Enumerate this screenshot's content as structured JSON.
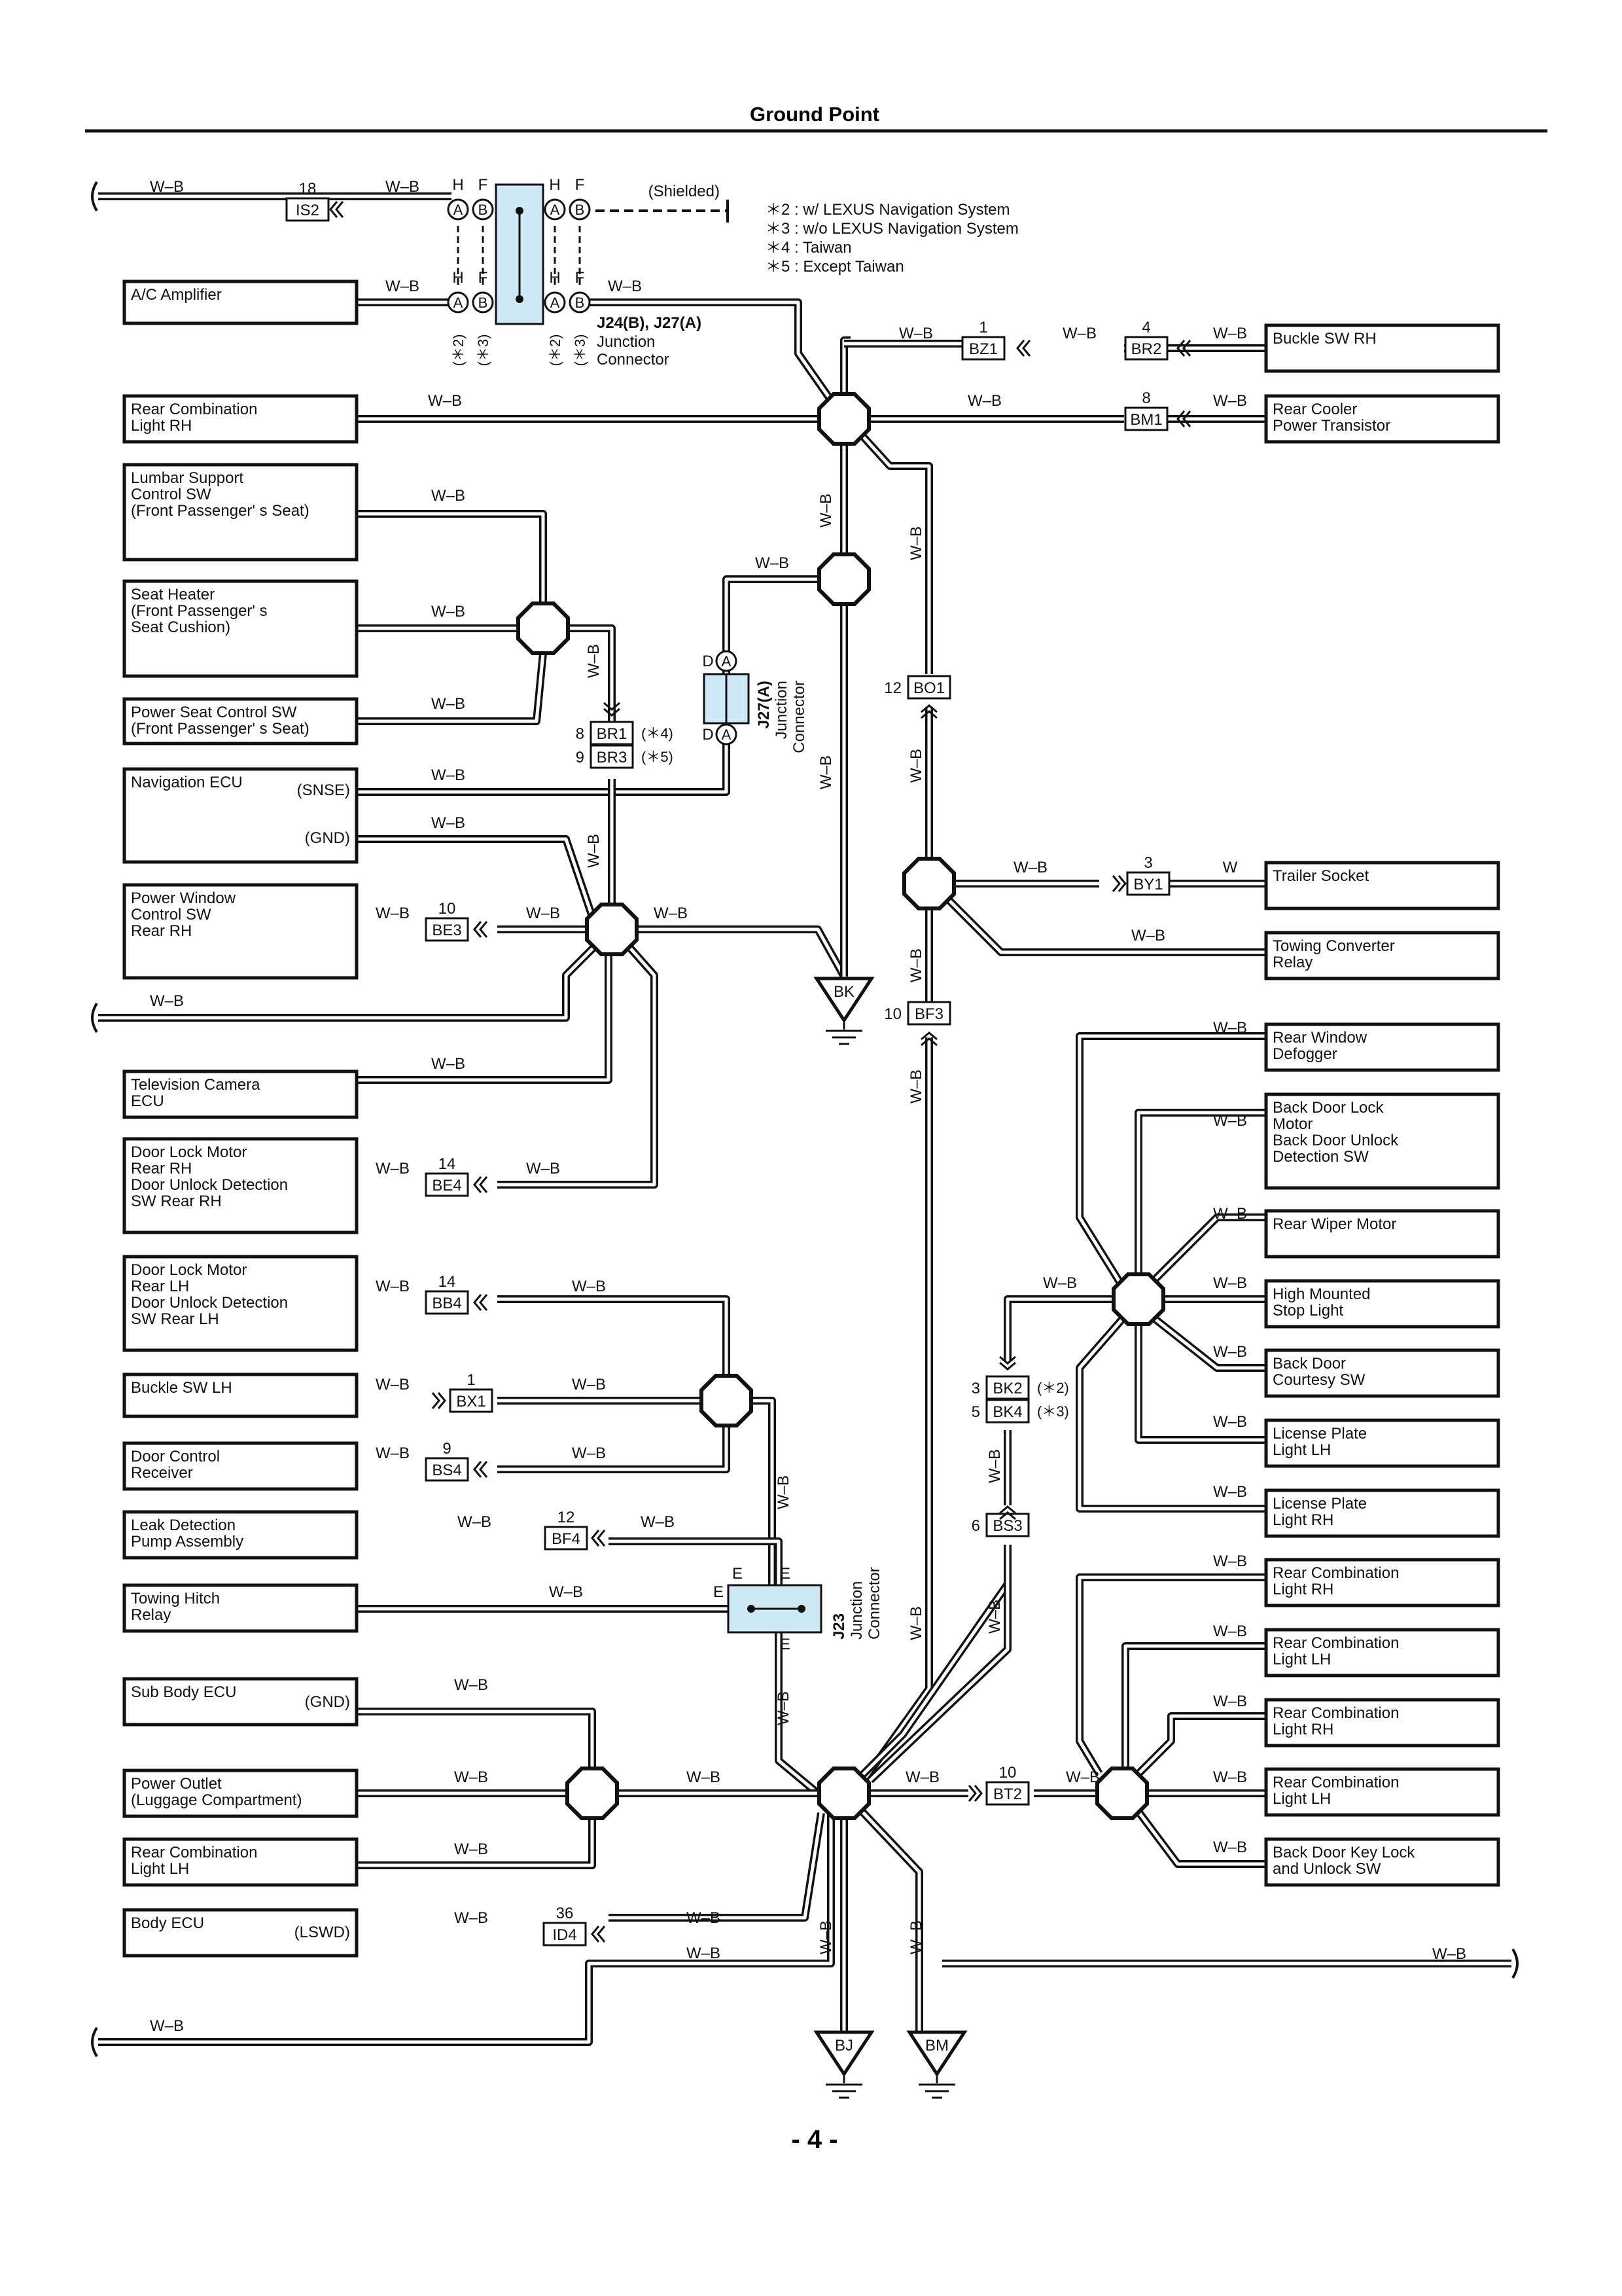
{
  "title": "Ground Point",
  "page_number": "- 4 -",
  "wire_color": "W–B",
  "wire_white": "W",
  "shielded_label": "(Shielded)",
  "legend": [
    "＊2 : w/ LEXUS Navigation System",
    "＊3 : w/o LEXUS Navigation System",
    "＊4 : Taiwan",
    "＊5 : Except Taiwan"
  ],
  "variant_marks": {
    "v2": "(＊2)",
    "v3": "(＊3)",
    "v4": "(＊4)",
    "v5": "(＊5)"
  },
  "pins": {
    "H": "H",
    "F": "F",
    "A": "A",
    "B": "B",
    "D": "D",
    "E": "E"
  },
  "junctions": {
    "j24": {
      "name": "J24(B), J27(A)",
      "desc1": "Junction",
      "desc2": "Connector"
    },
    "j27": {
      "name": "J27(A)",
      "desc1": "Junction",
      "desc2": "Connector"
    },
    "j23": {
      "name": "J23",
      "desc1": "Junction",
      "desc2": "Connector"
    }
  },
  "connectors": {
    "IS2": {
      "id": "IS2",
      "pin": "18"
    },
    "BZ1": {
      "id": "BZ1",
      "pin": "1"
    },
    "BR2": {
      "id": "BR2",
      "pin": "4"
    },
    "BM1": {
      "id": "BM1",
      "pin": "8"
    },
    "BR1": {
      "id": "BR1",
      "pin": "8"
    },
    "BR3": {
      "id": "BR3",
      "pin": "9"
    },
    "BO1": {
      "id": "BO1",
      "pin": "12"
    },
    "BY1": {
      "id": "BY1",
      "pin": "3"
    },
    "BE3": {
      "id": "BE3",
      "pin": "10"
    },
    "BF3": {
      "id": "BF3",
      "pin": "10"
    },
    "BE4": {
      "id": "BE4",
      "pin": "14"
    },
    "BB4": {
      "id": "BB4",
      "pin": "14"
    },
    "BX1": {
      "id": "BX1",
      "pin": "1"
    },
    "BS4": {
      "id": "BS4",
      "pin": "9"
    },
    "BF4": {
      "id": "BF4",
      "pin": "12"
    },
    "BK2": {
      "id": "BK2",
      "pin": "3"
    },
    "BK4": {
      "id": "BK4",
      "pin": "5"
    },
    "BS3": {
      "id": "BS3",
      "pin": "6"
    },
    "BT2": {
      "id": "BT2",
      "pin": "10"
    },
    "ID4": {
      "id": "ID4",
      "pin": "36"
    }
  },
  "grounds": {
    "BK": "BK",
    "BJ": "BJ",
    "BM": "BM"
  },
  "components": {
    "ac_amp": [
      "A/C Amplifier"
    ],
    "rcl_rh_top": [
      "Rear Combination",
      "Light RH"
    ],
    "lumbar": [
      "Lumbar Support",
      "Control SW",
      "(Front Passenger' s Seat)"
    ],
    "seat_heater": [
      "Seat Heater",
      "(Front Passenger' s",
      " Seat Cushion)"
    ],
    "power_seat": [
      "Power Seat Control SW",
      "(Front Passenger' s Seat)"
    ],
    "nav_ecu": [
      "Navigation ECU"
    ],
    "nav_snse": "(SNSE)",
    "nav_gnd": "(GND)",
    "pw_rear_rh": [
      "Power Window",
      "Control SW",
      "Rear RH"
    ],
    "tv_cam": [
      "Television Camera",
      "ECU"
    ],
    "dl_rear_rh": [
      "Door Lock Motor",
      "Rear RH",
      "Door Unlock Detection",
      "SW Rear RH"
    ],
    "dl_rear_lh": [
      "Door Lock Motor",
      "Rear LH",
      "Door Unlock Detection",
      "SW Rear LH"
    ],
    "buckle_lh": [
      "Buckle SW LH"
    ],
    "door_ctrl": [
      "Door Control",
      "Receiver"
    ],
    "leak": [
      "Leak Detection",
      "Pump Assembly"
    ],
    "tow_hitch": [
      "Towing Hitch",
      "Relay"
    ],
    "sub_body": [
      "Sub Body ECU"
    ],
    "sub_body_gnd": "(GND)",
    "power_outlet": [
      "Power Outlet",
      "(Luggage Compartment)"
    ],
    "rcl_lh_left": [
      "Rear Combination",
      "Light LH"
    ],
    "body_ecu": [
      "Body ECU"
    ],
    "body_lswd": "(LSWD)",
    "buckle_rh": [
      "Buckle SW RH"
    ],
    "rear_cooler": [
      "Rear Cooler",
      "Power Transistor"
    ],
    "trailer": [
      "Trailer Socket"
    ],
    "tow_conv": [
      "Towing Converter",
      "Relay"
    ],
    "defogger": [
      "Rear Window",
      "Defogger"
    ],
    "back_door_lock": [
      "Back Door Lock",
      "Motor",
      "Back Door Unlock",
      "Detection SW"
    ],
    "wiper": [
      "Rear Wiper Motor"
    ],
    "hmsl": [
      "High Mounted",
      "Stop Light"
    ],
    "courtesy": [
      "Back Door",
      "Courtesy SW"
    ],
    "lp_lh": [
      "License Plate",
      "Light LH"
    ],
    "lp_rh": [
      "License Plate",
      "Light RH"
    ],
    "rcl_rh_a": [
      "Rear Combination",
      "Light RH"
    ],
    "rcl_lh_a": [
      "Rear Combination",
      "Light LH"
    ],
    "rcl_rh_b": [
      "Rear Combination",
      "Light RH"
    ],
    "rcl_lh_b": [
      "Rear Combination",
      "Light LH"
    ],
    "key_lock": [
      "Back Door Key Lock",
      "and Unlock SW"
    ]
  },
  "colors": {
    "line": "#111111",
    "junction_fill": "#cfe8f5",
    "background": "#ffffff"
  }
}
